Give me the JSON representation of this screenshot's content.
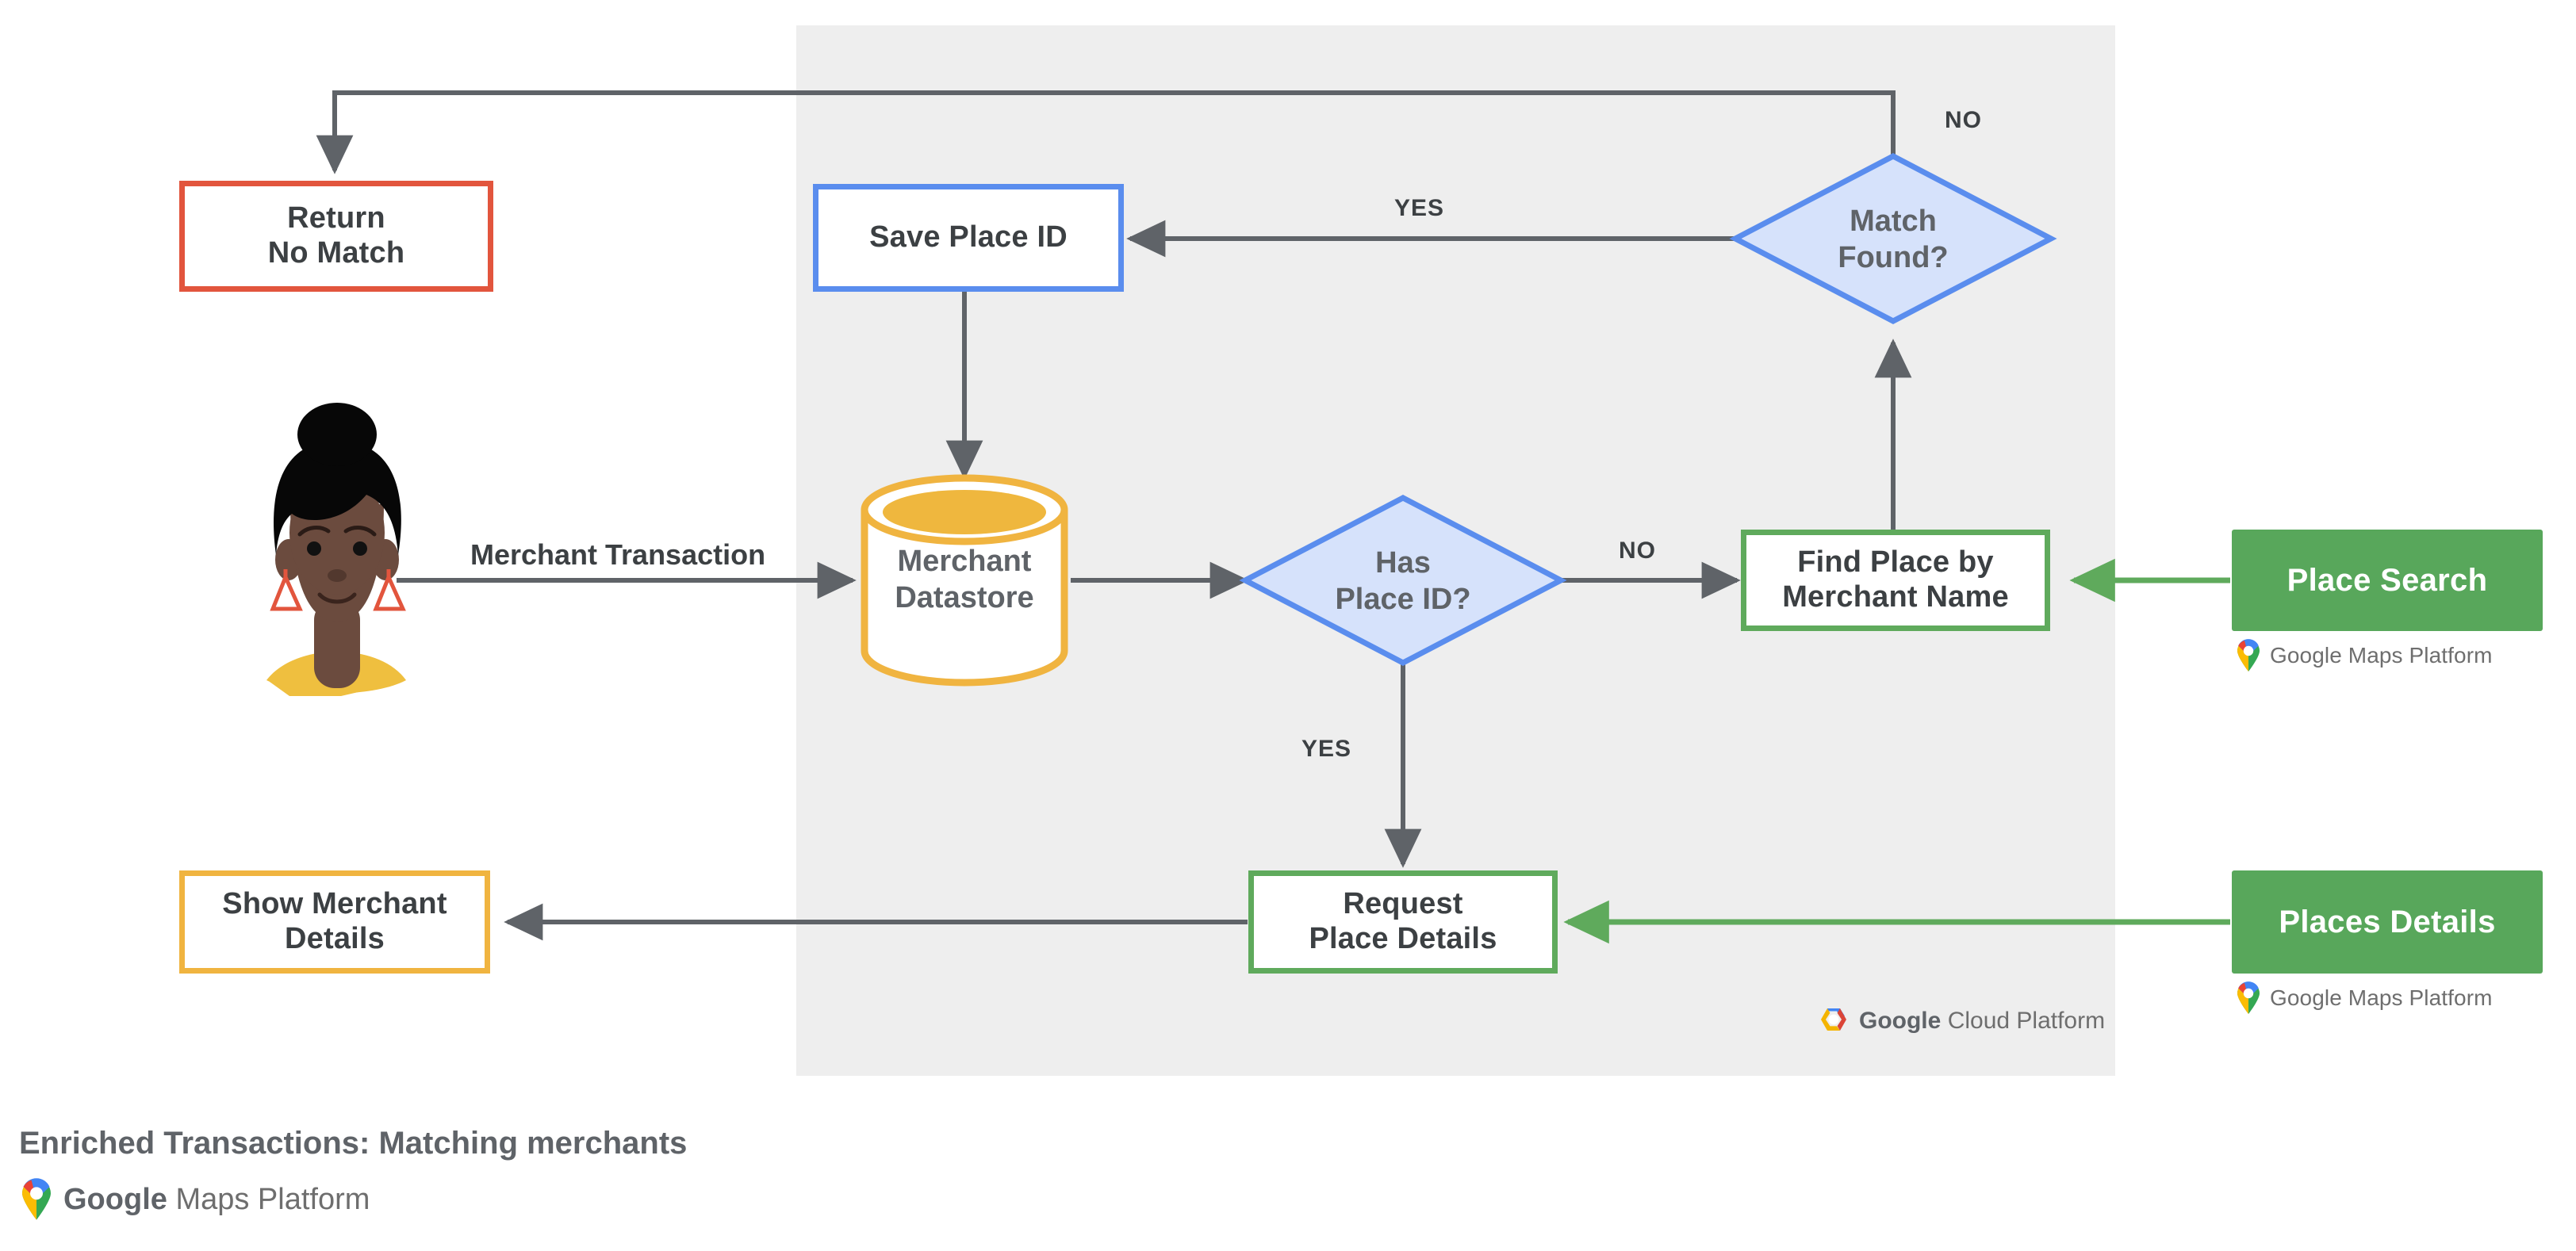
{
  "diagram": {
    "caption": "Enriched Transactions: Matching merchants",
    "caption_brand": "Google Maps Platform",
    "panel_label": "Google Cloud Platform",
    "colors": {
      "panel_bg": "#EEEEEE",
      "red": "#E2553D",
      "yellow": "#F0B440",
      "blue": "#5A8DEE",
      "blue_fill": "#D6E2FB",
      "green": "#5FAA5C",
      "green_fill": "#58A75B",
      "line": "#5F6368",
      "text": "#3C4043"
    }
  },
  "nodes": {
    "return_no_match": {
      "label": "Return\nNo Match",
      "type": "terminator",
      "accent": "red"
    },
    "save_place_id": {
      "label": "Save Place ID",
      "type": "process",
      "accent": "blue"
    },
    "match_found": {
      "label": "Match\nFound?",
      "type": "decision",
      "accent": "blue"
    },
    "merchant_datastore": {
      "label": "Merchant\nDatastore",
      "type": "datastore",
      "accent": "yellow"
    },
    "has_place_id": {
      "label": "Has\nPlace ID?",
      "type": "decision",
      "accent": "blue"
    },
    "find_place": {
      "label": "Find Place by\nMerchant Name",
      "type": "process",
      "accent": "green"
    },
    "request_place_details": {
      "label": "Request\nPlace Details",
      "type": "process",
      "accent": "green"
    },
    "show_merchant_details": {
      "label": "Show Merchant\nDetails",
      "type": "terminator",
      "accent": "yellow"
    },
    "place_search": {
      "label": "Place Search",
      "type": "api-chip",
      "accent": "green-fill",
      "brand": "Google Maps Platform"
    },
    "places_details": {
      "label": "Places Details",
      "type": "api-chip",
      "accent": "green-fill",
      "brand": "Google Maps Platform"
    },
    "merchant_actor": {
      "label": "",
      "type": "actor"
    }
  },
  "edges": [
    {
      "from": "merchant_actor",
      "to": "merchant_datastore",
      "label": "Merchant Transaction"
    },
    {
      "from": "merchant_datastore",
      "to": "has_place_id",
      "label": ""
    },
    {
      "from": "has_place_id",
      "to": "find_place",
      "label": "NO"
    },
    {
      "from": "has_place_id",
      "to": "request_place_details",
      "label": "YES"
    },
    {
      "from": "find_place",
      "to": "match_found",
      "label": ""
    },
    {
      "from": "match_found",
      "to": "save_place_id",
      "label": "YES"
    },
    {
      "from": "match_found",
      "to": "return_no_match",
      "label": "NO"
    },
    {
      "from": "save_place_id",
      "to": "merchant_datastore",
      "label": ""
    },
    {
      "from": "request_place_details",
      "to": "show_merchant_details",
      "label": ""
    },
    {
      "from": "place_search",
      "to": "find_place",
      "label": ""
    },
    {
      "from": "places_details",
      "to": "request_place_details",
      "label": ""
    }
  ],
  "edge_labels": {
    "merchant_transaction": "Merchant Transaction",
    "no_has_place_id": "NO",
    "yes_has_place_id": "YES",
    "yes_match_found": "YES",
    "no_match_found": "NO"
  }
}
